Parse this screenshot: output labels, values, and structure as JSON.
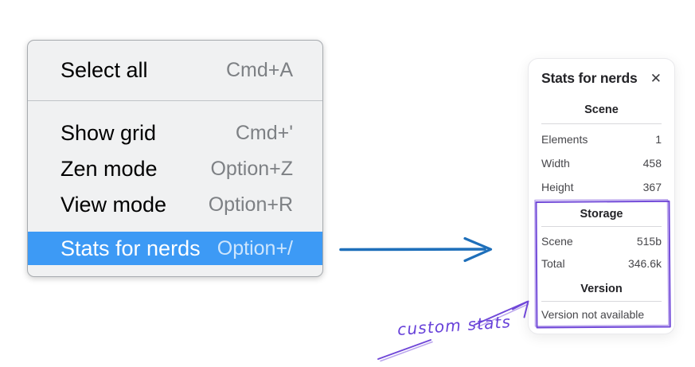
{
  "menu": {
    "items": [
      {
        "label": "Select all",
        "shortcut": "Cmd+A",
        "selected": false
      },
      {
        "label": "Show grid",
        "shortcut": "Cmd+'",
        "selected": false
      },
      {
        "label": "Zen mode",
        "shortcut": "Option+Z",
        "selected": false
      },
      {
        "label": "View mode",
        "shortcut": "Option+R",
        "selected": false
      },
      {
        "label": "Stats for nerds",
        "shortcut": "Option+/",
        "selected": true
      }
    ]
  },
  "stats_panel": {
    "title": "Stats for nerds",
    "close_glyph": "✕",
    "sections": [
      {
        "heading": "Scene",
        "rows": [
          {
            "label": "Elements",
            "value": "1"
          },
          {
            "label": "Width",
            "value": "458"
          },
          {
            "label": "Height",
            "value": "367"
          }
        ]
      },
      {
        "heading": "Storage",
        "rows": [
          {
            "label": "Scene",
            "value": "515b"
          },
          {
            "label": "Total",
            "value": "346.6k"
          }
        ]
      },
      {
        "heading": "Version",
        "note": "Version not available"
      }
    ]
  },
  "annotations": {
    "label": "custom stats"
  },
  "colors": {
    "menu_background": "#f0f1f2",
    "menu_highlight": "#3d9af5",
    "blue_arrow": "#1e6fba",
    "purple_annotation": "#7048d8",
    "handwriting_purple": "#6741d9"
  }
}
